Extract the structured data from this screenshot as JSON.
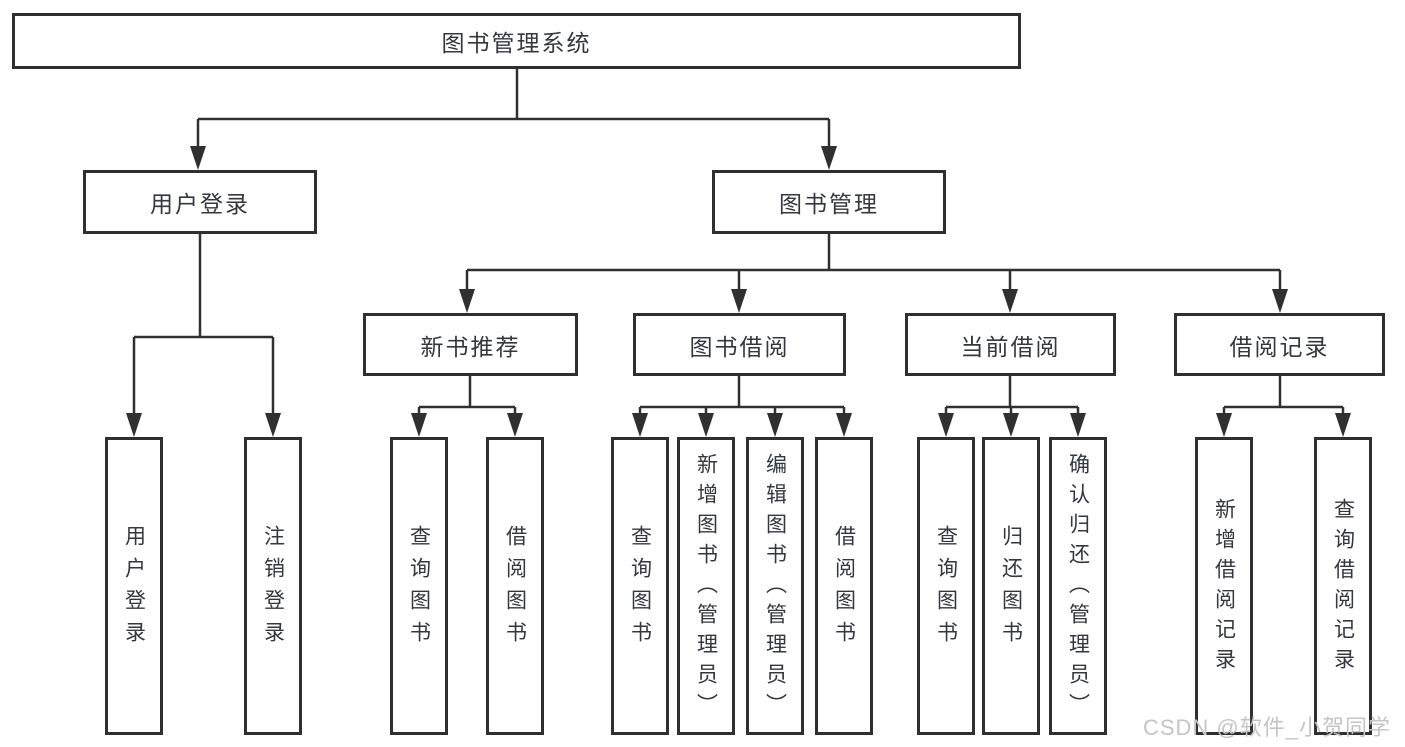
{
  "diagram": {
    "title": "图书管理系统",
    "watermark": "CSDN @软件_小贺同学",
    "colors": {
      "line": "#303030",
      "border": "#2f2f2f",
      "text": "#333740",
      "background": "#ffffff",
      "watermark": "#c5c5c5"
    },
    "nodes": {
      "root": {
        "label": "图书管理系统"
      },
      "user_login": {
        "label": "用户登录"
      },
      "book_mgmt": {
        "label": "图书管理"
      },
      "new_books": {
        "label": "新书推荐"
      },
      "book_borrow": {
        "label": "图书借阅"
      },
      "current_borrow": {
        "label": "当前借阅"
      },
      "borrow_records": {
        "label": "借阅记录"
      },
      "leaf_user_login": {
        "label": "用户登录"
      },
      "leaf_logout": {
        "label": "注销登录"
      },
      "leaf_nb_query": {
        "label": "查询图书"
      },
      "leaf_nb_borrow": {
        "label": "借阅图书"
      },
      "leaf_bb_query": {
        "label": "查询图书"
      },
      "leaf_bb_add": {
        "label": "新增图书（管理员）"
      },
      "leaf_bb_edit": {
        "label": "编辑图书（管理员）"
      },
      "leaf_bb_borrow": {
        "label": "借阅图书"
      },
      "leaf_cb_query": {
        "label": "查询图书"
      },
      "leaf_cb_return": {
        "label": "归还图书"
      },
      "leaf_cb_confirm": {
        "label": "确认归还（管理员）"
      },
      "leaf_br_add": {
        "label": "新增借阅记录"
      },
      "leaf_br_query": {
        "label": "查询借阅记录"
      }
    },
    "tree": {
      "root": [
        "user_login",
        "book_mgmt"
      ],
      "user_login": [
        "leaf_user_login",
        "leaf_logout"
      ],
      "book_mgmt": [
        "new_books",
        "book_borrow",
        "current_borrow",
        "borrow_records"
      ],
      "new_books": [
        "leaf_nb_query",
        "leaf_nb_borrow"
      ],
      "book_borrow": [
        "leaf_bb_query",
        "leaf_bb_add",
        "leaf_bb_edit",
        "leaf_bb_borrow"
      ],
      "current_borrow": [
        "leaf_cb_query",
        "leaf_cb_return",
        "leaf_cb_confirm"
      ],
      "borrow_records": [
        "leaf_br_add",
        "leaf_br_query"
      ]
    }
  }
}
